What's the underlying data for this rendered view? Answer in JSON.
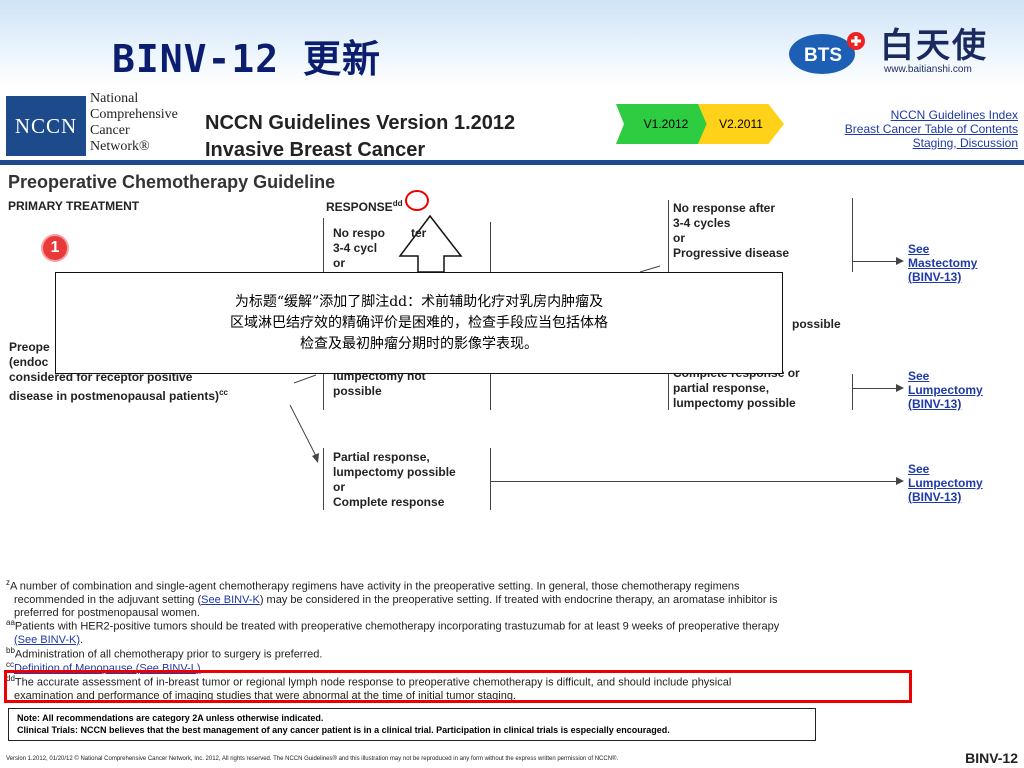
{
  "slide": {
    "title": "BINV-12 更新"
  },
  "brand": {
    "logo_text": "BTS",
    "name_cn": "白天使",
    "url": "www.baitianshi.com"
  },
  "nccn": {
    "logo": "NCCN",
    "name_lines": [
      "National",
      "Comprehensive",
      "Cancer",
      "Network®"
    ],
    "guideline_title": "NCCN Guidelines Version 1.2012",
    "guideline_subtitle": "Invasive Breast Cancer",
    "versions": [
      "V1.2012",
      "V2.2011"
    ],
    "version_colors": [
      "#2ecc40",
      "#ffd21a"
    ],
    "toc": [
      "NCCN Guidelines Index",
      "Breast Cancer Table of Contents",
      "Staging, Discussion"
    ]
  },
  "section": {
    "title": "Preoperative  Chemotherapy Guideline",
    "col_primary": "PRIMARY TREATMENT",
    "col_response": "RESPONSE",
    "response_sup": "dd",
    "step_badge": "1"
  },
  "flow": {
    "primary_lines": [
      "Preope",
      "(endoc",
      "considered for receptor positive",
      "disease in postmenopausal patients)"
    ],
    "primary_sup": "cc",
    "resp1_lines": [
      "No respo",
      "3-4 cycl",
      "or"
    ],
    "resp1_tail": "ter",
    "resp2_lines": [
      "lumpectomy not",
      "possible"
    ],
    "resp3_lines": [
      "Partial response,",
      "lumpectomy possible",
      "or",
      "Complete response"
    ],
    "out1_lines": [
      "No response after",
      "3-4 cycles",
      "or",
      "Progressive disease"
    ],
    "out1_tail": "possible",
    "out2_lines": [
      "Complete response or",
      "partial response,",
      "lumpectomy possible"
    ],
    "links": [
      [
        "See",
        "Mastectomy",
        "(BINV-13)"
      ],
      [
        "See",
        "Lumpectomy",
        "(BINV-13)"
      ],
      [
        "See",
        "Lumpectomy",
        "(BINV-13)"
      ]
    ]
  },
  "callout": {
    "lines": [
      "为标题“缓解”添加了脚注dd：术前辅助化疗对乳房内肿瘤及",
      "区域淋巴结疗效的精确评价是困难的，检查手段应当包括体格",
      "检查及最初肿瘤分期时的影像学表现。"
    ]
  },
  "footnotes": {
    "z_mark": "z",
    "z_line1": "A number of combination and single-agent chemotherapy regimens have activity in the preoperative setting. In general, those chemotherapy regimens",
    "z_line2_pre": "recommended in the adjuvant setting (",
    "z_line2_link": "See BINV-K",
    "z_line2_post": ") may be considered in the preoperative setting. If treated with endocrine therapy, an aromatase inhibitor is",
    "z_line3": "preferred for postmenopausal women.",
    "aa_mark": "aa",
    "aa_line1": "Patients with HER2-positive tumors should be treated with preoperative chemotherapy incorporating trastuzumab for at least 9 weeks of preoperative therapy",
    "aa_line2_link": "(See BINV-K)",
    "aa_line2_post": ".",
    "bb_mark": "bb",
    "bb_line": "Administration of all chemotherapy prior to surgery is preferred.",
    "cc_mark": "cc",
    "cc_link": "Definition of Menopause (See BINV-L)",
    "cc_post": ".",
    "dd_mark": "dd",
    "dd_line1": "The accurate assessment of in-breast tumor or regional lymph node response to preoperative chemotherapy is difficult, and should include physical",
    "dd_line2": "examination and performance of imaging studies that were abnormal at the time of initial tumor staging."
  },
  "note": {
    "line1": "Note: All recommendations are category 2A unless otherwise indicated.",
    "line2": "Clinical Trials: NCCN believes that the best management of any cancer patient is in a clinical trial.  Participation in clinical trials is especially encouraged."
  },
  "footer": {
    "text": "Version 1.2012, 01/20/12 © National Comprehensive Cancer Network, Inc. 2012, All rights reserved. The NCCN Guidelines® and this illustration may not be reproduced in any form without the express written permission of NCCN®.",
    "page_id": "BINV-12"
  }
}
